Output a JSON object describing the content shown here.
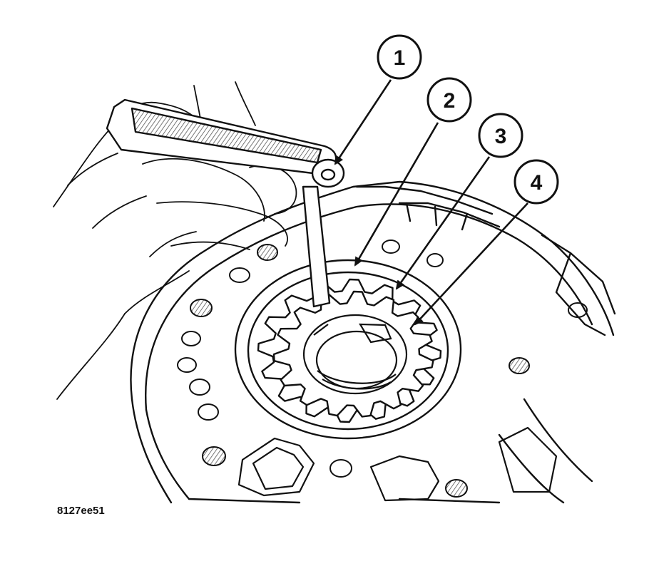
{
  "figure": {
    "id_label": "8127ee51"
  },
  "callouts": [
    {
      "number": "1",
      "target": "feeler-gauge-blade"
    },
    {
      "number": "2",
      "target": "outer-gear"
    },
    {
      "number": "3",
      "target": "pump-body-pocket"
    },
    {
      "number": "4",
      "target": "inner-gear"
    }
  ],
  "colors": {
    "line": "#111111",
    "background": "#ffffff",
    "hatch": "#555555"
  },
  "icons": [
    "hand-icon",
    "feeler-gauge-icon",
    "pump-gear-icon"
  ]
}
